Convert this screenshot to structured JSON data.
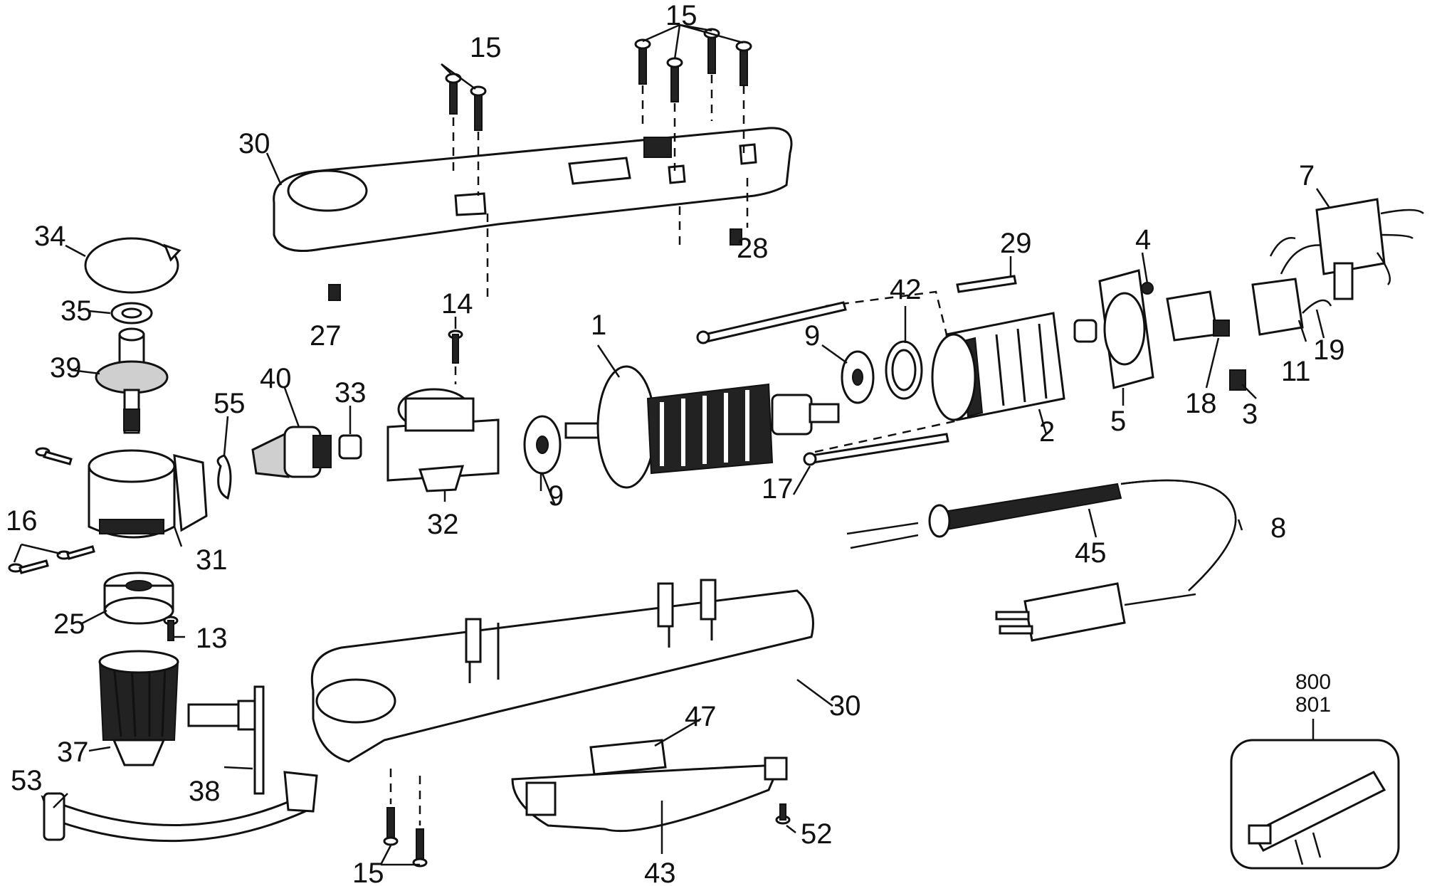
{
  "callouts": {
    "p1": "1",
    "p2": "2",
    "p3": "3",
    "p4": "4",
    "p5": "5",
    "p7": "7",
    "p8": "8",
    "p9a": "9",
    "p9b": "9",
    "p11": "11",
    "p13": "13",
    "p14": "14",
    "p15_top_left": "15",
    "p15_top_right": "15",
    "p15_bottom": "15",
    "p16": "16",
    "p17": "17",
    "p18": "18",
    "p19": "19",
    "p25": "25",
    "p27": "27",
    "p28": "28",
    "p29": "29",
    "p30_top": "30",
    "p30_bottom": "30",
    "p31": "31",
    "p32": "32",
    "p33": "33",
    "p34": "34",
    "p35": "35",
    "p37": "37",
    "p38": "38",
    "p39": "39",
    "p40": "40",
    "p42": "42",
    "p43": "43",
    "p45": "45",
    "p47": "47",
    "p52": "52",
    "p53": "53",
    "p55": "55",
    "p800": "800",
    "p801": "801"
  }
}
